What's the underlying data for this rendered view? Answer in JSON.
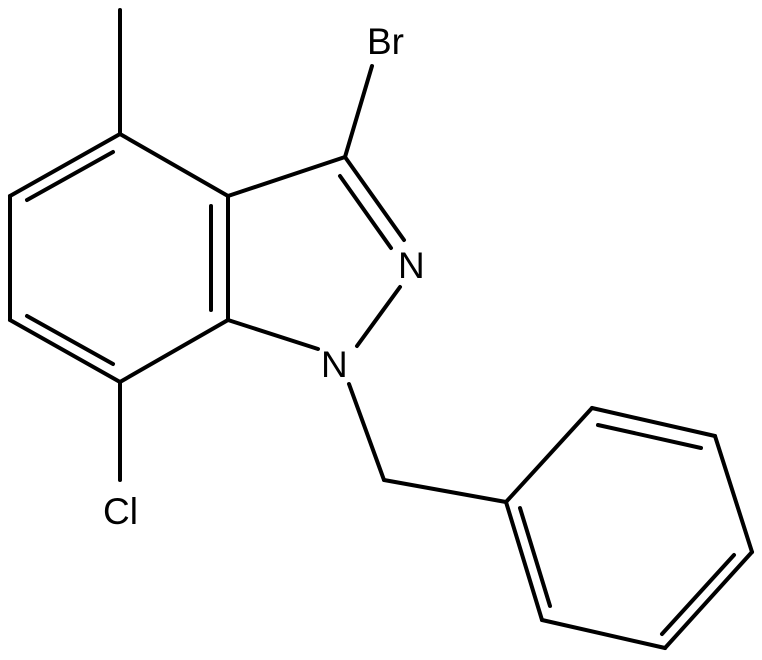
{
  "molecule": {
    "atoms": {
      "br": "Br",
      "n2": "N",
      "n1": "N",
      "cl": "Cl"
    }
  }
}
